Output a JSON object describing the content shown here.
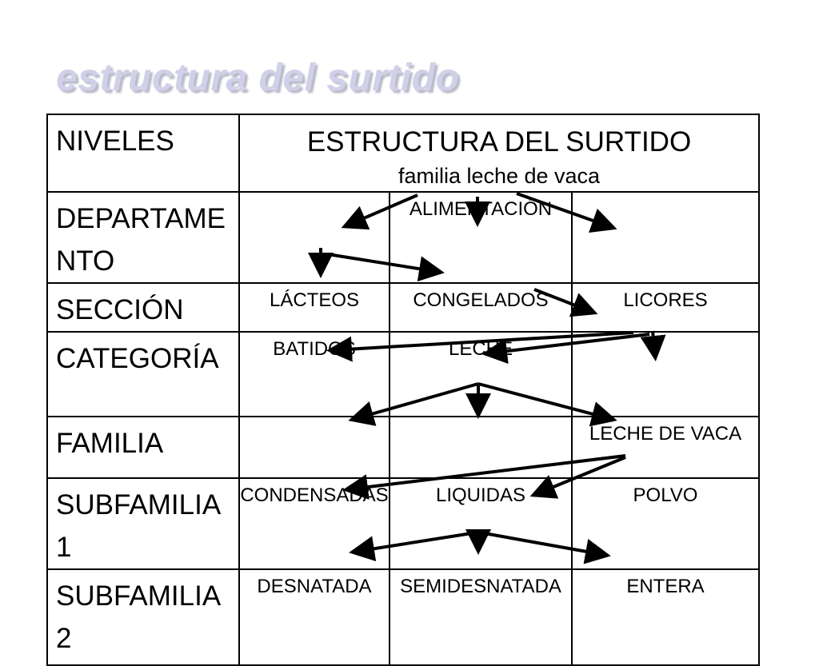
{
  "slide": {
    "title": "estructura del surtido"
  },
  "header": {
    "levels": "NIVELES",
    "structure_title": "ESTRUCTURA DEL SURTIDO",
    "structure_subtitle": "familia leche de vaca"
  },
  "rows": [
    {
      "level": "DEPARTAMENTO",
      "cells": [
        "",
        "ALIMENTACIÓN",
        ""
      ]
    },
    {
      "level": "SECCIÓN",
      "cells": [
        "LÁCTEOS",
        "CONGELADOS",
        "LICORES"
      ]
    },
    {
      "level": "CATEGORÍA",
      "cells": [
        "BATIDOS",
        "LECHE",
        ""
      ]
    },
    {
      "level": "FAMILIA",
      "cells": [
        "",
        "",
        "LECHE DE VACA"
      ]
    },
    {
      "level": "SUBFAMILIA 1",
      "cells": [
        "CONDENSADAS",
        "LIQUIDAS",
        "POLVO"
      ]
    },
    {
      "level": "SUBFAMILIA 2",
      "cells": [
        "DESNATADA",
        "SEMIDESNATADA",
        "ENTERA"
      ]
    }
  ]
}
